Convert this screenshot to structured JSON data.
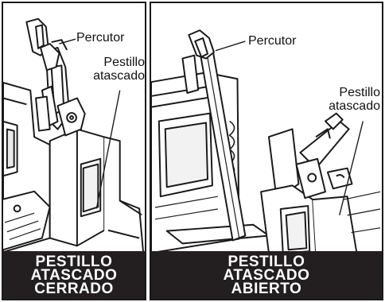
{
  "panels": [
    {
      "labels": {
        "percutor": "Percutor",
        "pestillo_line1": "Pestillo",
        "pestillo_line2": "atascado"
      },
      "caption": [
        "PESTILLO",
        "ATASCADO",
        "CERRADO"
      ]
    },
    {
      "labels": {
        "percutor": "Percutor",
        "pestillo_line1": "Pestillo",
        "pestillo_line2": "atascado"
      },
      "caption": [
        "PESTILLO",
        "ATASCADO",
        "ABIERTO"
      ]
    }
  ],
  "colors": {
    "ink": "#1a1a1a",
    "caption_bg": "#231f20",
    "caption_text": "#ffffff",
    "background": "#ffffff"
  }
}
